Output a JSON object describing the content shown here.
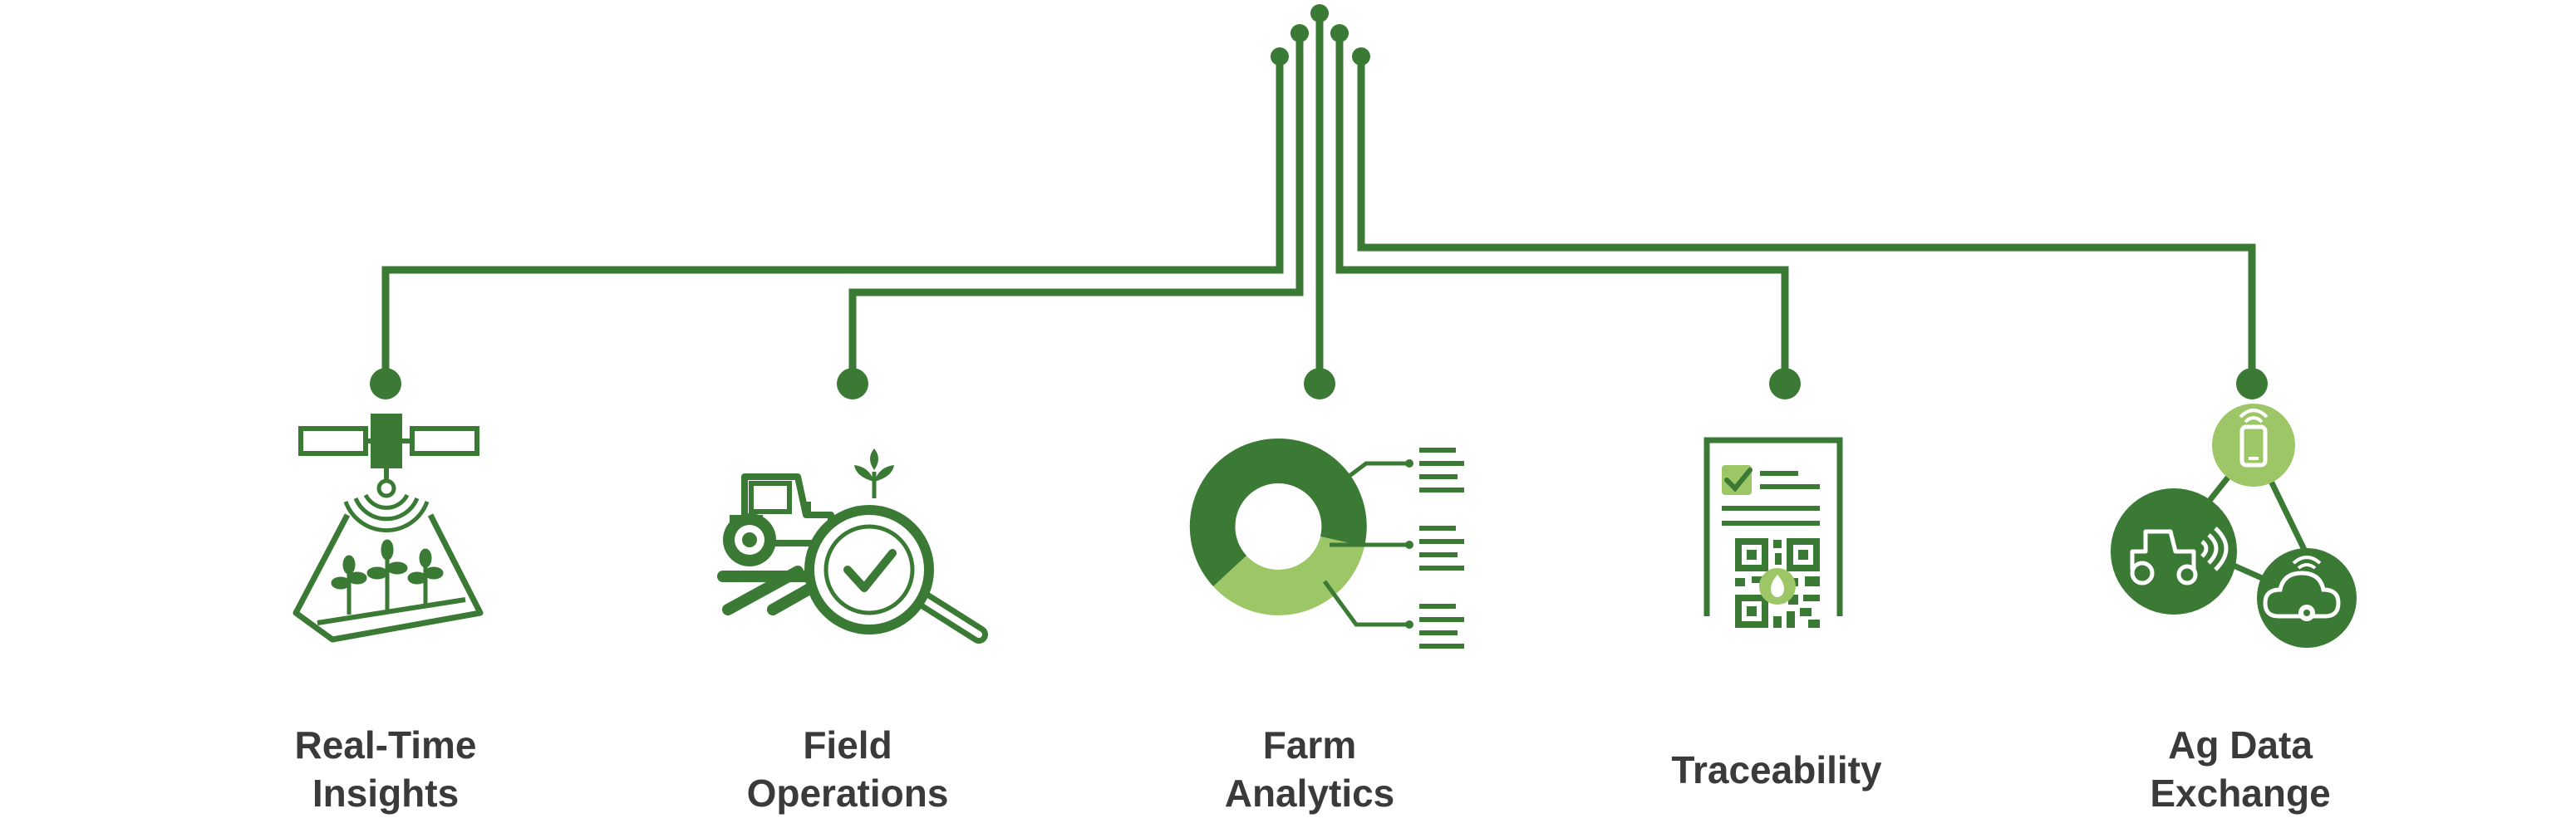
{
  "colors": {
    "dark_green": "#3b7a34",
    "light_green": "#9dc667",
    "text": "#3a3a3a",
    "background": "#ffffff"
  },
  "items": [
    {
      "id": "real-time-insights",
      "icon": "satellite-field-icon",
      "label_lines": [
        "Real-Time",
        "Insights"
      ]
    },
    {
      "id": "field-operations",
      "icon": "tractor-magnifier-check-icon",
      "label_lines": [
        "Field",
        "Operations"
      ]
    },
    {
      "id": "farm-analytics",
      "icon": "donut-chart-list-icon",
      "label_lines": [
        "Farm",
        "Analytics"
      ]
    },
    {
      "id": "traceability",
      "icon": "document-checklist-qr-code-icon",
      "label_lines": [
        "Traceability"
      ]
    },
    {
      "id": "ag-data-exchange",
      "icon": "device-tractor-cloud-network-icon",
      "label_lines": [
        "Ag Data",
        "Exchange"
      ]
    }
  ]
}
